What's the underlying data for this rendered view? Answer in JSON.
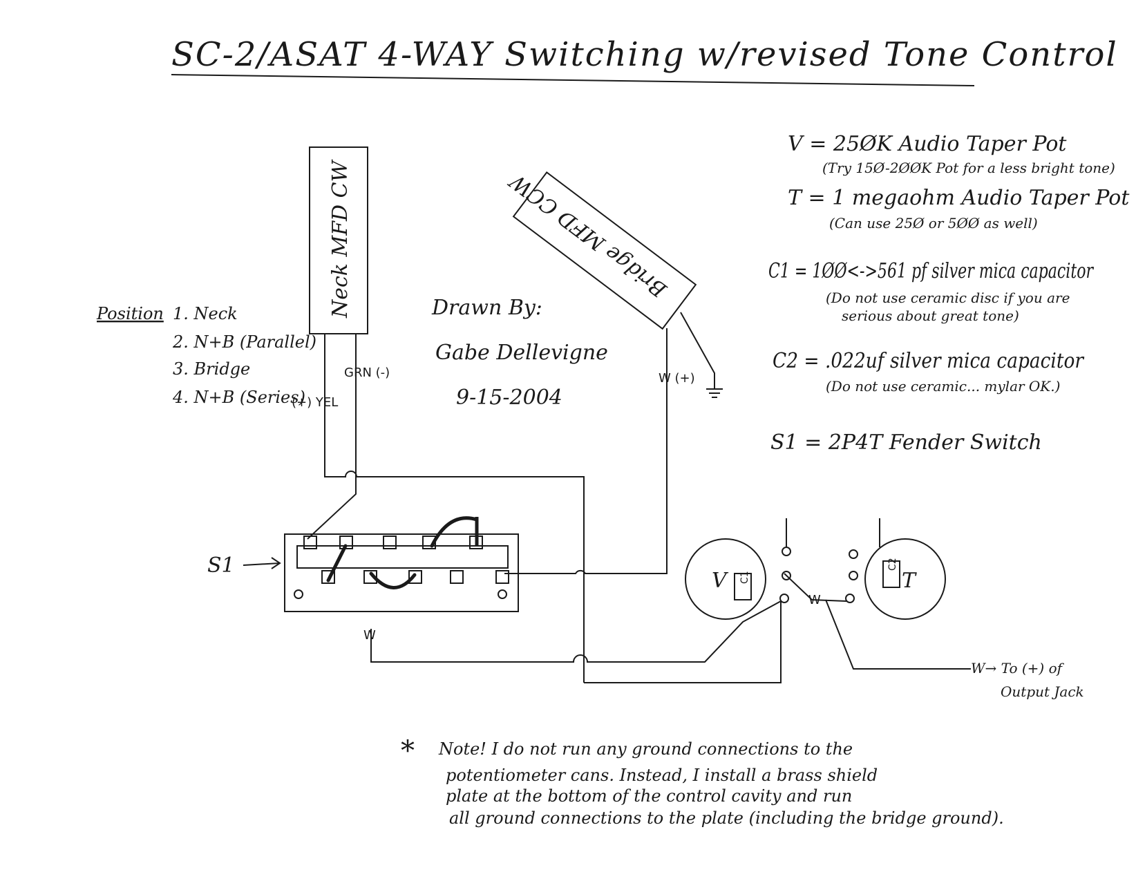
{
  "title": "SC-2/ASAT 4-WAY Switching w/revised Tone Control",
  "specs": [
    {
      "main": "V = 25ØK Audio Taper Pot",
      "sub": "(Try 15Ø-2ØØK Pot for a less bright tone)"
    },
    {
      "main": "T = 1 megaohm Audio Taper Pot",
      "sub": "(Can use 25Ø or 5ØØ as well)"
    },
    {
      "main": "C1 = 1ØØ<->561 pf silver mica capacitor",
      "sub": "(Do not use ceramic disc if you are",
      "sub2": "serious about great tone)"
    },
    {
      "main": "C2 = .022uf silver mica capacitor",
      "sub": "(Do not use ceramic... mylar OK.)"
    },
    {
      "main": "S1 = 2P4T  Fender Switch"
    }
  ],
  "positions": {
    "heading": "Position",
    "items": [
      "1. Neck",
      "2. N+B (Parallel)",
      "3. Bridge",
      "4. N+B (Series)"
    ]
  },
  "drawn_by": {
    "label": "Drawn By:",
    "name": "Gabe Dellevigne",
    "date": "9-15-2004"
  },
  "pickups": {
    "neck": "Neck MFD CW",
    "bridge": "Bridge MFD CCW"
  },
  "wires": {
    "yellow": "(+) YEL",
    "green": "GRN (-)",
    "bridge_white": "W (+)",
    "switch_white": "W",
    "tone_white": "W",
    "output": "W→ To (+) of",
    "output2": "Output Jack"
  },
  "components": {
    "switch": "S1",
    "volume": "V",
    "tone": "T",
    "c1": "C1",
    "c2": "C2"
  },
  "note": {
    "star": "*",
    "lines": [
      "Note! I do not run any ground connections to the",
      "potentiometer cans. Instead, I install a brass shield",
      "plate at the bottom of the control cavity and run",
      "all ground connections to the plate (including the bridge ground)."
    ]
  }
}
